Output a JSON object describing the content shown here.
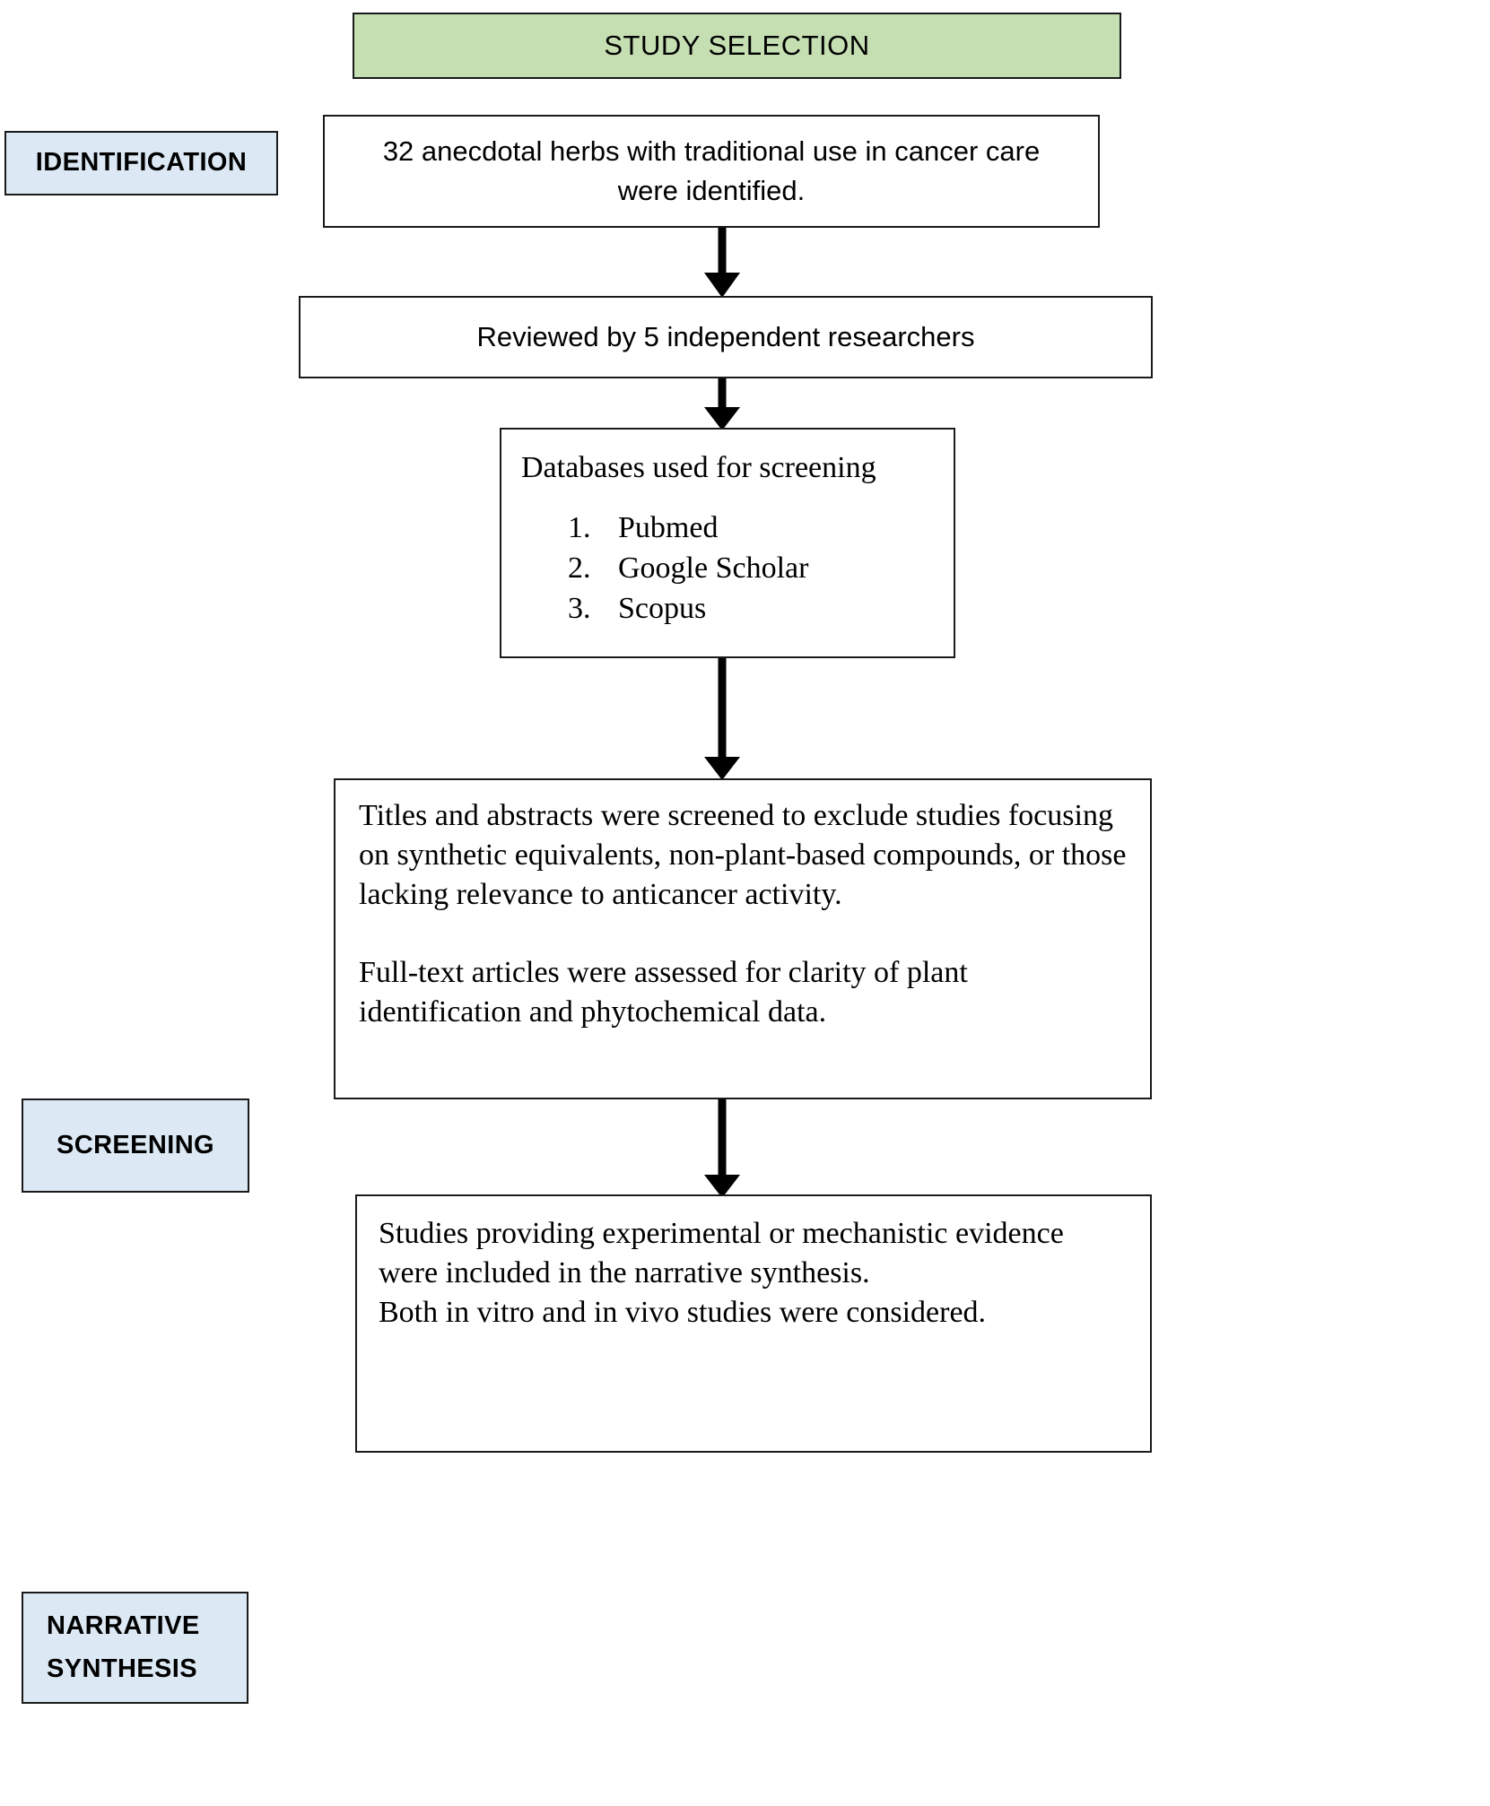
{
  "header": {
    "title": "STUDY SELECTION",
    "bg_color": "#c5dfb3"
  },
  "stage_label_color": "#dce9f5",
  "stages": [
    {
      "id": "identification",
      "label": "IDENTIFICATION"
    },
    {
      "id": "screening",
      "label": "SCREENING"
    },
    {
      "id": "narrative",
      "label_line1": "NARRATIVE",
      "label_line2": "SYNTHESIS"
    }
  ],
  "boxes": {
    "identified": {
      "text": "32 anecdotal herbs with traditional use in cancer care were identified."
    },
    "reviewed": {
      "text": "Reviewed by 5 independent researchers"
    },
    "databases": {
      "title": "Databases used for screening",
      "items": [
        "Pubmed",
        "Google Scholar",
        "Scopus"
      ]
    },
    "screening": {
      "paragraph1": "Titles and abstracts were screened to exclude studies focusing on synthetic equivalents, non-plant-based compounds, or those lacking relevance to anticancer activity.",
      "paragraph2": "Full-text articles were assessed for clarity of plant identification and phytochemical data."
    },
    "narrative": {
      "line1": "Studies providing experimental or mechanistic evidence were included in the narrative synthesis.",
      "line2": "Both in vitro and in vivo studies were considered."
    }
  },
  "arrows": [
    {
      "id": "arrow-identified-to-reviewed",
      "name": "down-arrow"
    },
    {
      "id": "arrow-reviewed-to-databases",
      "name": "down-arrow"
    },
    {
      "id": "arrow-databases-to-screening",
      "name": "down-arrow"
    },
    {
      "id": "arrow-screening-to-narrative",
      "name": "down-arrow"
    }
  ]
}
